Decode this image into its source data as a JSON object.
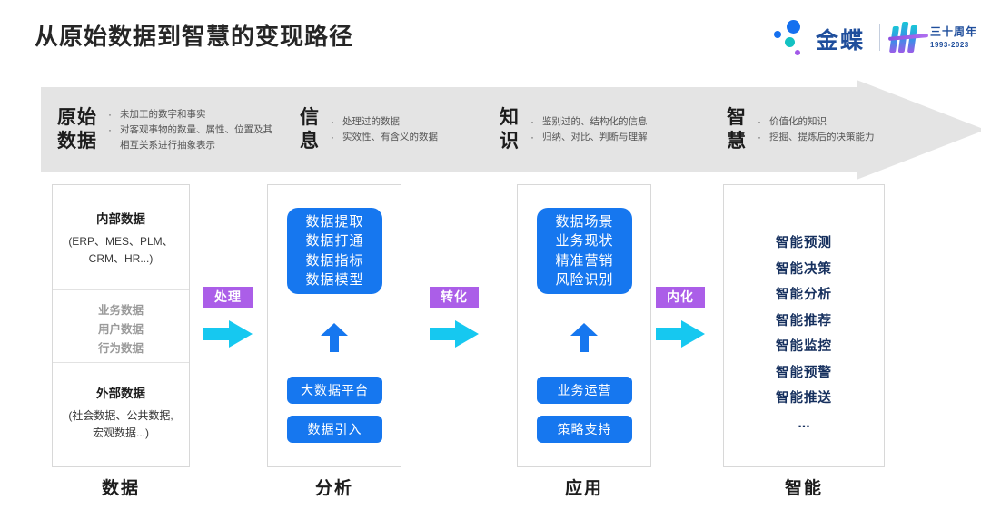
{
  "header": {
    "title": "从原始数据到智慧的变现路径",
    "logo": {
      "word": "金蝶",
      "anniversary_cn": "三十周年",
      "anniversary_years": "1993-2023",
      "dot_colors": [
        "#1570ef",
        "#1570ef",
        "#13c2c2",
        "#a259e8"
      ]
    }
  },
  "band": {
    "stages": [
      {
        "name_line1": "原始",
        "name_line2": "数据",
        "bullets": [
          "未加工的数字和事实",
          "对客观事物的数量、属性、位置及其相互关系进行抽象表示"
        ]
      },
      {
        "name_line1": "信",
        "name_line2": "息",
        "bullets": [
          "处理过的数据",
          "实效性、有含义的数据"
        ]
      },
      {
        "name_line1": "知",
        "name_line2": "识",
        "bullets": [
          "鉴别过的、结构化的信息",
          "归纳、对比、判断与理解"
        ]
      },
      {
        "name_line1": "智",
        "name_line2": "慧",
        "bullets": [
          "价值化的知识",
          "挖掘、提炼后的决策能力"
        ]
      }
    ],
    "background_color": "#e4e4e4"
  },
  "columns": {
    "data": {
      "label": "数据",
      "internal_title": "内部数据",
      "internal_sub_line1": "(ERP、MES、PLM、",
      "internal_sub_line2": "CRM、HR...)",
      "middle_items": [
        "业务数据",
        "用户数据",
        "行为数据"
      ],
      "external_title": "外部数据",
      "external_sub_line1": "(社会数据、公共数据,",
      "external_sub_line2": "宏观数据...)"
    },
    "analysis": {
      "label": "分析",
      "card_lines": [
        "数据提取",
        "数据打通",
        "数据指标",
        "数据模型"
      ],
      "pills": [
        "大数据平台",
        "数据引入"
      ]
    },
    "apply": {
      "label": "应用",
      "card_lines": [
        "数据场景",
        "业务现状",
        "精准营销",
        "风险识别"
      ],
      "pills": [
        "业务运营",
        "策略支持"
      ]
    },
    "intelligence": {
      "label": "智能",
      "items": [
        "智能预测",
        "智能决策",
        "智能分析",
        "智能推荐",
        "智能监控",
        "智能预警",
        "智能推送"
      ],
      "ellipsis": "..."
    }
  },
  "connectors": [
    {
      "label": "处理"
    },
    {
      "label": "转化"
    },
    {
      "label": "内化"
    }
  ],
  "colors": {
    "blue": "#1677ef",
    "cyan_arrow": "#16c8f0",
    "purple_label": "#ab5ee8",
    "navy_text": "#16305e",
    "band_gray": "#e4e4e4"
  }
}
